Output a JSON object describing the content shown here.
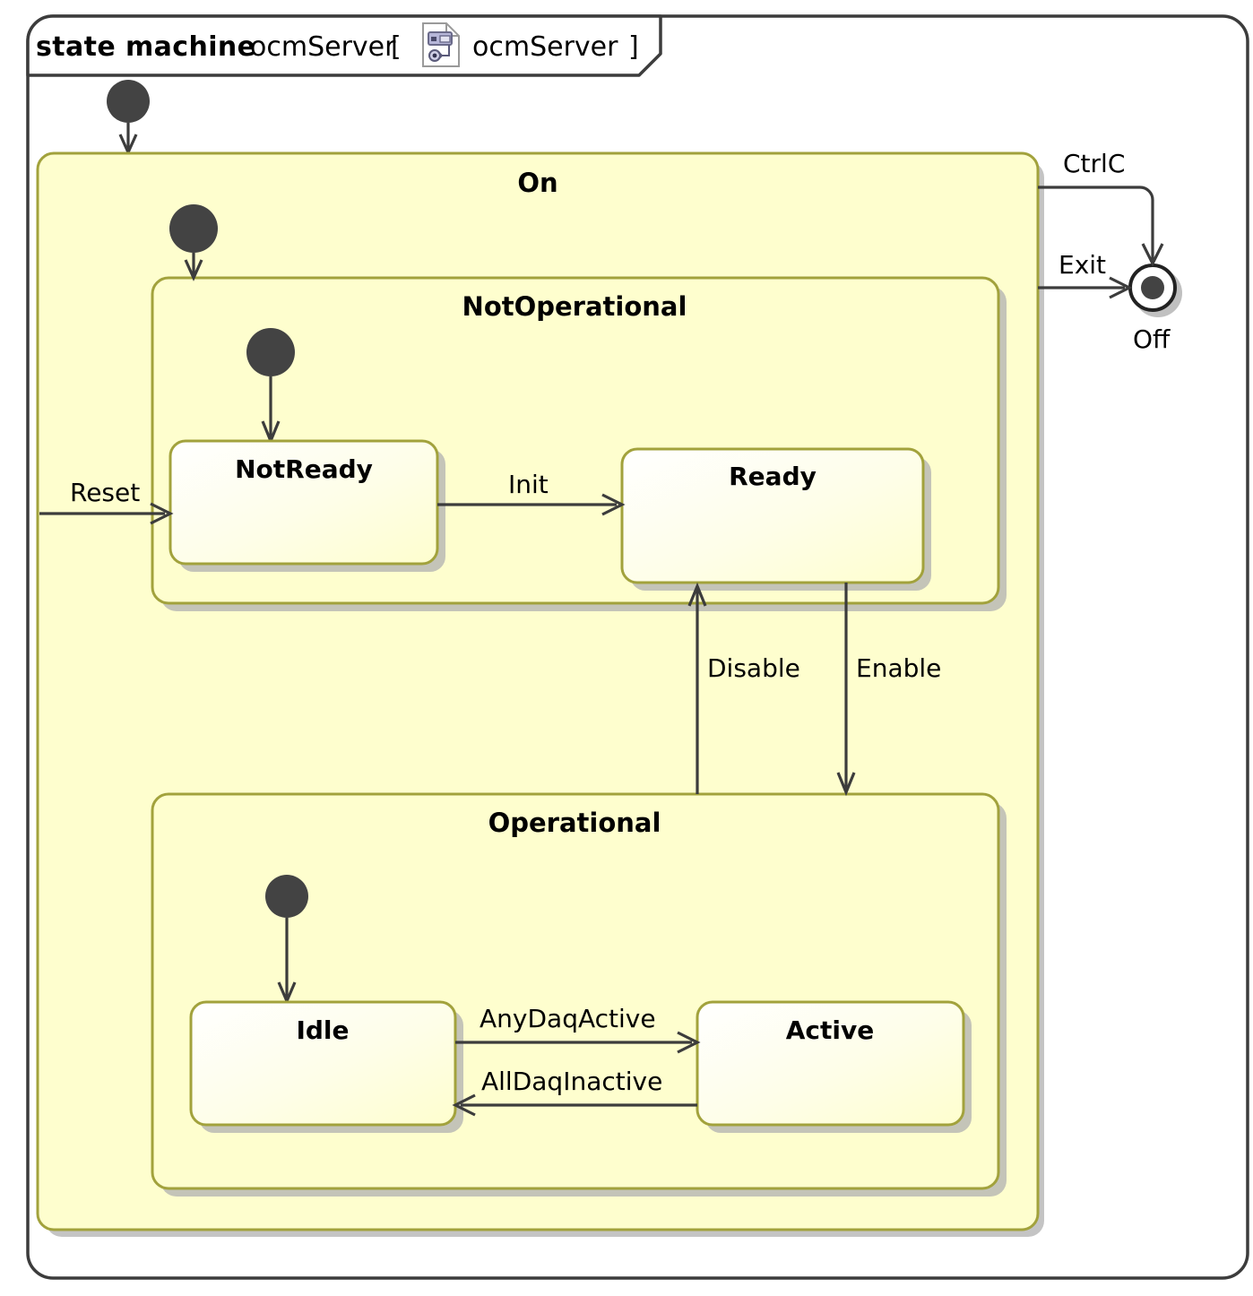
{
  "frame": {
    "kind_label": "state machine",
    "name": "ocmServer",
    "bracket_open": "[",
    "bracket_close": "]",
    "diagram_icon": "state-machine-diagram-icon",
    "icon_label": "ocmServer"
  },
  "colors": {
    "region_fill": "#FEFECE",
    "region_border": "#A2A23C",
    "leaf_fill_start": "#FFFFFF",
    "leaf_fill_end": "#FEFECE",
    "line": "#3C3C3C",
    "pseudostate": "#434343",
    "frame_border": "#3C3C3C",
    "shadow": "#B0B0B0",
    "page_background": "#FFFFFF"
  },
  "states": {
    "on": {
      "label": "On",
      "kind": "composite"
    },
    "not_operational": {
      "label": "NotOperational",
      "kind": "composite"
    },
    "operational": {
      "label": "Operational",
      "kind": "composite"
    },
    "not_ready": {
      "label": "NotReady",
      "kind": "simple"
    },
    "ready": {
      "label": "Ready",
      "kind": "simple"
    },
    "idle": {
      "label": "Idle",
      "kind": "simple"
    },
    "active": {
      "label": "Active",
      "kind": "simple"
    },
    "off": {
      "label": "Off",
      "kind": "final"
    }
  },
  "pseudostates": [
    {
      "name": "initial-root",
      "kind": "initial",
      "target": "On"
    },
    {
      "name": "initial-on",
      "kind": "initial",
      "target": "NotOperational"
    },
    {
      "name": "initial-not-operational",
      "kind": "initial",
      "target": "NotReady"
    },
    {
      "name": "initial-operational",
      "kind": "initial",
      "target": "Idle"
    }
  ],
  "transitions": [
    {
      "name": "transition-ctrlc",
      "label": "CtrlC",
      "source": "On",
      "target": "Off"
    },
    {
      "name": "transition-exit",
      "label": "Exit",
      "source": "On",
      "target": "Off"
    },
    {
      "name": "transition-reset",
      "label": "Reset",
      "source": "On",
      "target": "NotReady"
    },
    {
      "name": "transition-init",
      "label": "Init",
      "source": "NotReady",
      "target": "Ready"
    },
    {
      "name": "transition-disable",
      "label": "Disable",
      "source": "Operational",
      "target": "Ready"
    },
    {
      "name": "transition-enable",
      "label": "Enable",
      "source": "Ready",
      "target": "Operational"
    },
    {
      "name": "transition-any-daq-active",
      "label": "AnyDaqActive",
      "source": "Idle",
      "target": "Active"
    },
    {
      "name": "transition-all-daq-inactive",
      "label": "AllDaqInactive",
      "source": "Active",
      "target": "Idle"
    }
  ]
}
